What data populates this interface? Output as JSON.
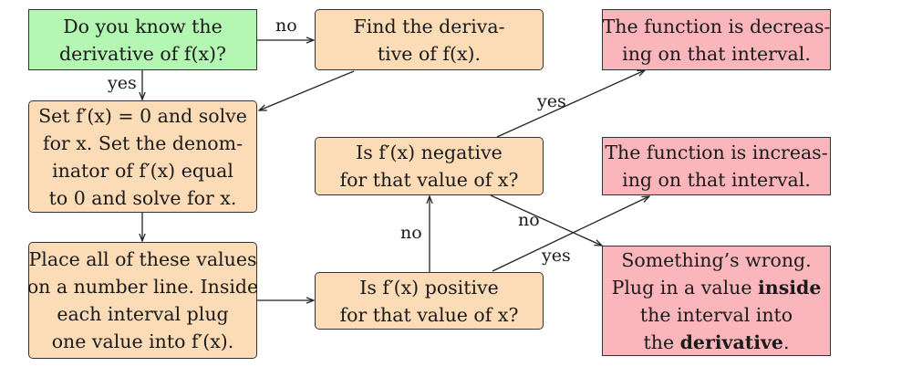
{
  "nodes": {
    "know_derivative": [
      "Do you know the",
      "derivative of f(x)?"
    ],
    "find_derivative": [
      "Find the deriva-",
      "tive of f(x)."
    ],
    "set_zero": [
      "Set f′(x) = 0 and solve",
      "for x. Set the denom-",
      "inator of f′(x) equal",
      "to 0 and solve for x."
    ],
    "place_values": [
      "Place all of these values",
      "on a number line. Inside",
      "each interval plug",
      "one value into f′(x)."
    ],
    "is_negative": [
      "Is f′(x) negative",
      "for that value of x?"
    ],
    "is_positive": [
      "Is f′(x) positive",
      "for that value of x?"
    ],
    "decreasing": [
      "The function is decreas-",
      "ing on that interval."
    ],
    "increasing": [
      "The function is increas-",
      "ing on that interval."
    ],
    "wrong": {
      "line1": "Something’s wrong.",
      "line2_pre": "Plug in a value ",
      "line2_bold": "inside",
      "line3": "the interval into",
      "line4_pre": "the ",
      "line4_bold": "derivative",
      "line4_post": "."
    }
  },
  "edge_labels": {
    "know_no": "no",
    "know_yes": "yes",
    "negative_yes": "yes",
    "negative_no": "no",
    "positive_no": "no",
    "positive_yes": "yes"
  },
  "colors": {
    "question_fill": "#b3f7b3",
    "step_fill": "#fcdcb7",
    "result_fill": "#fbb6bc"
  }
}
